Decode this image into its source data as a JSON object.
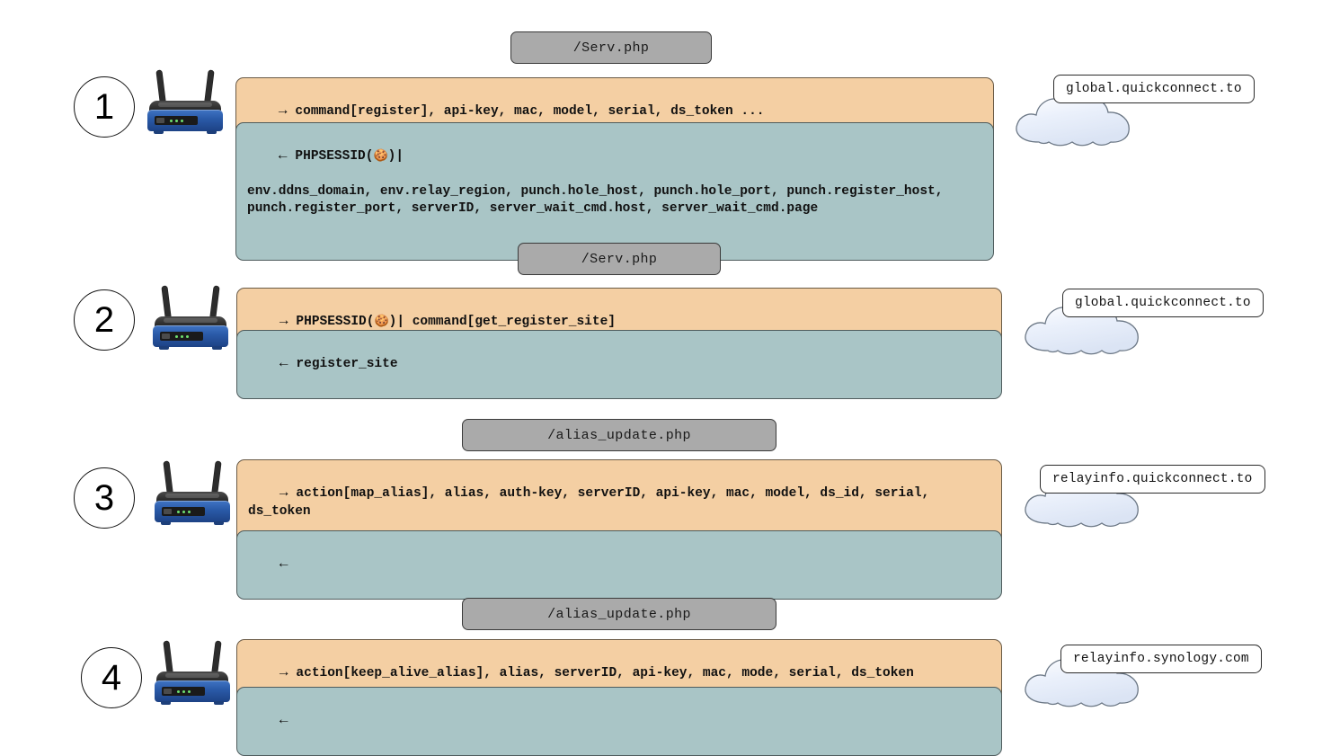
{
  "diagram": {
    "title": "Synology QuickConnect registration protocol flow",
    "colors": {
      "request_bg": "#f4cfa3",
      "response_bg": "#a9c5c6",
      "endpoint_bg": "#aaaaaa",
      "cloud_fill": "#eef2fb",
      "router_blue": "#2a5aa8",
      "page_bg": "#ffffff"
    },
    "legend": {
      "request_arrow": "→",
      "response_arrow": "←",
      "cookie_glyph": "🍪"
    }
  },
  "steps": [
    {
      "number": "1",
      "endpoint": "/Serv.php",
      "request": {
        "arrow": "→",
        "text": "command[register], api-key, mac, model, serial, ds_token ..."
      },
      "response": {
        "arrow": "←",
        "line1_prefix": "PHPSESSID(",
        "line1_suffix": ")|",
        "cookie": "🍪",
        "line2": "env.ddns_domain, env.relay_region, punch.hole_host, punch.hole_port, punch.register_host, punch.register_port, serverID, server_wait_cmd.host, server_wait_cmd.page"
      },
      "cloud_domain": "global.quickconnect.to",
      "device": "router"
    },
    {
      "number": "2",
      "endpoint": "/Serv.php",
      "request": {
        "arrow": "→",
        "prefix": "PHPSESSID(",
        "cookie": "🍪",
        "suffix": ")| command[get_register_site]",
        "text": "PHPSESSID(🍪)| command[get_register_site]"
      },
      "response": {
        "arrow": "←",
        "text": "register_site"
      },
      "cloud_domain": "global.quickconnect.to",
      "device": "router"
    },
    {
      "number": "3",
      "endpoint": "/alias_update.php",
      "request": {
        "arrow": "→",
        "text": "action[map_alias], alias, auth-key, serverID, api-key, mac, model, ds_id, serial, ds_token"
      },
      "response": {
        "arrow": "←",
        "text": ""
      },
      "cloud_domain": "relayinfo.quickconnect.to",
      "device": "router"
    },
    {
      "number": "4",
      "endpoint": "/alias_update.php",
      "request": {
        "arrow": "→",
        "text": "action[keep_alive_alias], alias, serverID, api-key, mac, mode, serial, ds_token"
      },
      "response": {
        "arrow": "←",
        "text": ""
      },
      "cloud_domain": "relayinfo.synology.com",
      "device": "router"
    }
  ]
}
